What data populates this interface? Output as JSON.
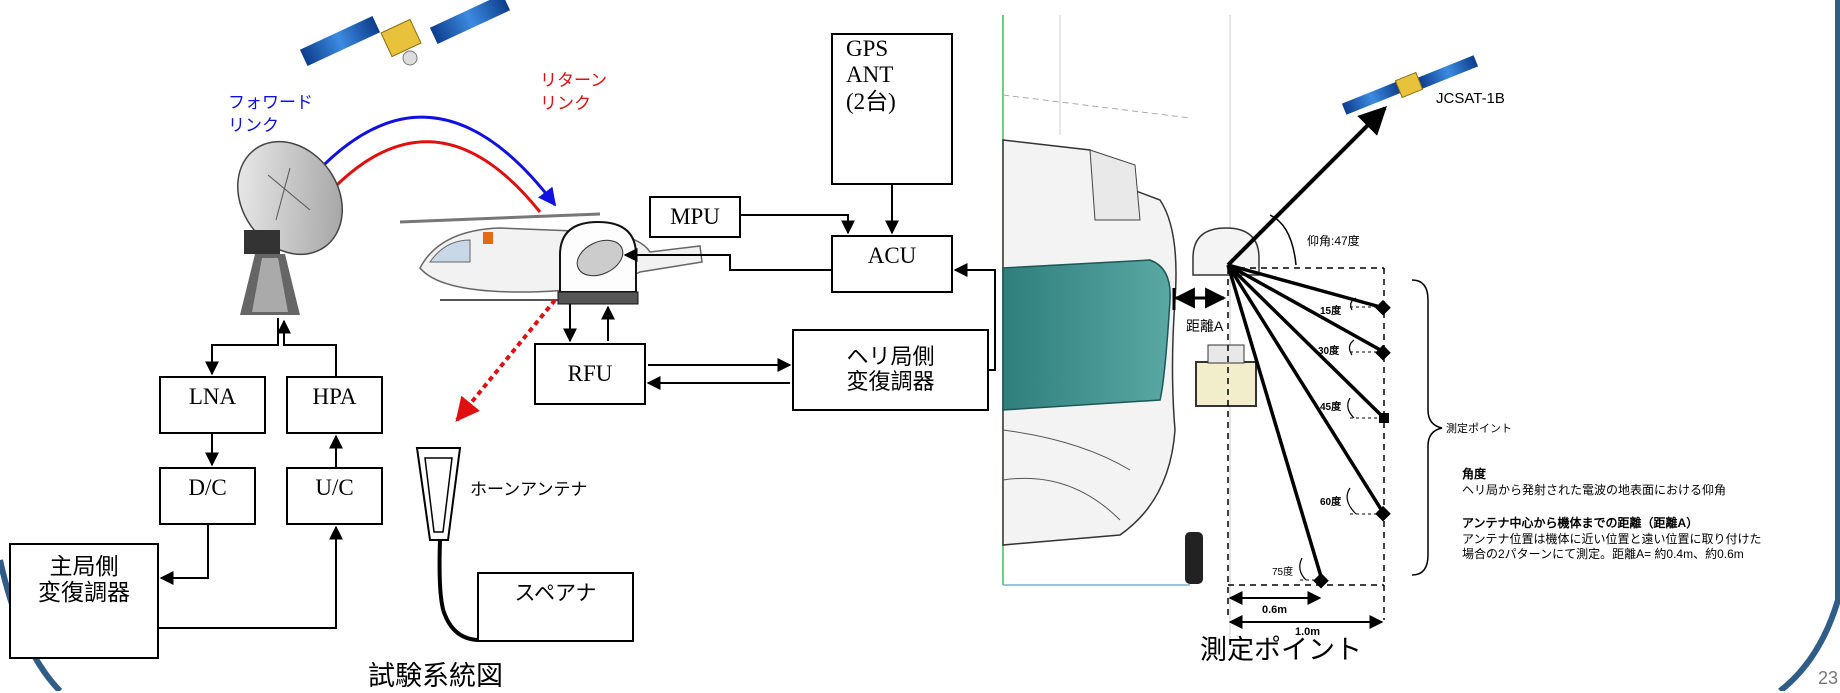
{
  "left_diagram": {
    "forward_link_line1": "フォワード",
    "forward_link_line2": "リンク",
    "return_link_line1": "リターン",
    "return_link_line2": "リンク",
    "gps_ant_line1": "GPS",
    "gps_ant_line2": "ANT",
    "gps_ant_line3": "(2台)",
    "mpu": "MPU",
    "acu": "ACU",
    "rfu": "RFU",
    "heli_modem_line1": "ヘリ局側",
    "heli_modem_line2": "変復調器",
    "lna": "LNA",
    "hpa": "HPA",
    "dc": "D/C",
    "uc": "U/C",
    "main_modem_line1": "主局側",
    "main_modem_line2": "変復調器",
    "horn_antenna": "ホーンアンテナ",
    "spectrum_analyzer": "スペアナ",
    "caption": "試験系統図"
  },
  "right_diagram": {
    "satellite": "JCSAT-1B",
    "elevation": "仰角:47度",
    "distance_a": "距離A",
    "angles": [
      "15度",
      "30度",
      "45度",
      "60度",
      "75度"
    ],
    "measure_points_label": "測定ポイント",
    "dim_inner": "0.6m",
    "dim_outer": "1.0m",
    "caption": "測定ポイント"
  },
  "notes": {
    "angle_title": "角度",
    "angle_desc": "ヘリ局から発射された電波の地表面における仰角",
    "distance_title": "アンテナ中心から機体までの距離（距離A）",
    "distance_desc_line1": "アンテナ位置は機体に近い位置と遠い位置に取り付けた",
    "distance_desc_line2": "場合の2パターンにて測定。距離A= 約0.4m、約0.6m"
  },
  "slide": {
    "page_number": "23"
  },
  "colors": {
    "forward_link": "#1010e0",
    "return_link": "#e01010",
    "horn_link": "#e01010",
    "frame_blue": "#2f5d87",
    "cabin_teal": "#3a8c8a",
    "satellite_blue": "#1f5fb0"
  }
}
